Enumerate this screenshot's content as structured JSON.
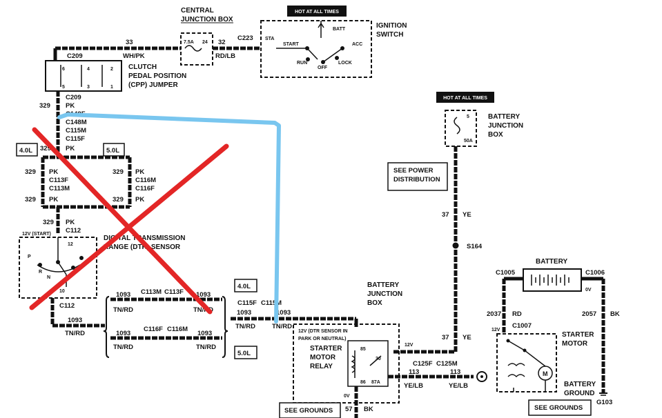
{
  "central_junction_box": {
    "title_1": "CENTRAL",
    "title_2": "JUNCTION BOX",
    "fuse": "7.5A",
    "fuse_pin": "24"
  },
  "hot_at_all_times_top": "HOT AT ALL TIMES",
  "hot_at_all_times_right": "HOT AT ALL TIMES",
  "ignition_switch": {
    "title_1": "IGNITION",
    "title_2": "SWITCH",
    "positions": [
      "STA",
      "START",
      "BATT",
      "ACC",
      "RUN",
      "OFF",
      "LOCK"
    ]
  },
  "wires_top": {
    "w33": "33",
    "wh_pk": "WH/PK",
    "w32": "32",
    "rd_lb": "RD/LB",
    "c223": "C223",
    "c209a": "C209"
  },
  "cpp_jumper": {
    "title_1": "CLUTCH",
    "title_2": "PEDAL POSITION",
    "title_3": "(CPP) JUMPER",
    "pins": [
      "6",
      "4",
      "2",
      "5",
      "3",
      "1"
    ]
  },
  "cpp_bottom": {
    "c209": "C209",
    "pk": "PK",
    "w329": "329",
    "c148f": "C148F",
    "c148m": "C148M",
    "c115m": "C115M",
    "c115f": "C115F",
    "w329b": "329",
    "pk2": "PK"
  },
  "engine_tags": {
    "left": "4.0L",
    "right": "5.0L"
  },
  "left_branch": {
    "w329a": "329",
    "pk_a": "PK",
    "c113f": "C113F",
    "c113m": "C113M",
    "w329b": "329",
    "pk_b": "PK"
  },
  "right_branch": {
    "w329a": "329",
    "pk_a": "PK",
    "c116m": "C116M",
    "c116f": "C116F",
    "w329b": "329",
    "pk_b": "PK"
  },
  "dtr": {
    "w329": "329",
    "pk": "PK",
    "c112": "C112",
    "start": "12V (START)",
    "title_1": "DIGITAL TRANSMISSION",
    "title_2": "RANGE (DTR) SENSOR",
    "pin12": "12",
    "pin10": "10",
    "p": "P",
    "r": "R",
    "n": "N",
    "c112b": "C112"
  },
  "bottom_left": {
    "w1093": "1093",
    "tn_rd": "TN/RD"
  },
  "middle_bus": {
    "w1093_a": "1093",
    "c113m": "C113M",
    "c113f": "C113F",
    "w1093_b": "1093",
    "tn_rd_a": "TN/RD",
    "tn_rd_b": "TN/RD",
    "w1093_c": "1093",
    "c116f": "C116F",
    "c116m": "C116M",
    "w1093_d": "1093",
    "tn_rd_c": "TN/RD",
    "tn_rd_d": "TN/RD"
  },
  "right_tags": {
    "t40": "4.0L",
    "t50": "5.0L"
  },
  "c115": {
    "c115f": "C115F",
    "c115m": "C115M",
    "w1093_a": "1093",
    "w1093_b": "1093",
    "tn_rd_a": "TN/RD",
    "tn_rd_b": "TN/RD"
  },
  "battery_junction_box_top": {
    "title_1": "BATTERY",
    "title_2": "JUNCTION",
    "title_3": "BOX",
    "pin": "5",
    "fuse": "50A"
  },
  "see_power_distribution": {
    "line_1": "SEE POWER",
    "line_2": "DISTRIBUTION"
  },
  "main_feed": {
    "w37a": "37",
    "ye_a": "YE",
    "s164": "S164",
    "w37b": "37",
    "ye_b": "YE"
  },
  "relay_box": {
    "title_1": "BATTERY",
    "title_2": "JUNCTION",
    "title_3": "BOX",
    "note_1": "12V (DTR SENSOR IN",
    "note_2": "PARK OR NEUTRAL)",
    "relay_1": "STARTER",
    "relay_2": "MOTOR",
    "relay_3": "RELAY",
    "pins": [
      "85",
      "30",
      "86",
      "87A"
    ],
    "v12": "12V",
    "v0": "0V"
  },
  "relay_out": {
    "c125f": "C125F",
    "c125m": "C125M",
    "w113a": "113",
    "w113b": "113",
    "ye_lb_a": "YE/LB",
    "ye_lb_b": "YE/LB"
  },
  "battery": {
    "label": "BATTERY",
    "c1005": "C1005",
    "c1006": "C1006",
    "v0": "0V"
  },
  "battery_wires": {
    "w2037": "2037",
    "rd": "RD",
    "w2057": "2057",
    "bk": "BK"
  },
  "starter": {
    "c1007": "C1007",
    "v12": "12V",
    "title_1": "STARTER",
    "title_2": "MOTOR",
    "m": "M"
  },
  "ground": {
    "title_1": "BATTERY",
    "title_2": "GROUND",
    "g103": "G103"
  },
  "see_grounds": {
    "left": "SEE GROUNDS",
    "right": "SEE GROUNDS"
  },
  "bottom_relay": {
    "w57": "57",
    "bk": "BK"
  },
  "annotation_colors": {
    "x_mark": "#e32626",
    "blue_wire": "#79c6ef"
  }
}
